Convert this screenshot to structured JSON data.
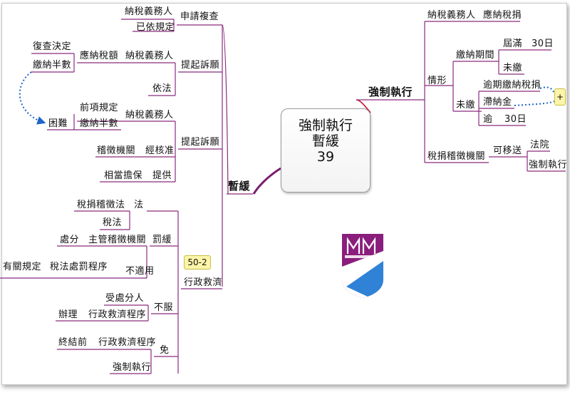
{
  "center": {
    "line1": "強制執行",
    "line2": "暫緩",
    "line3": "39"
  },
  "branches": {
    "zanhuan": "暫緩",
    "qiangzhi": "強制執行"
  },
  "left": {
    "shenqing": "申請複查",
    "nashui1": "納稅義務人",
    "yiyi": "已依規定",
    "tiqi1": "提起訴願",
    "nashui2": "納稅義務人",
    "yingna": "應納稅額",
    "fucha": "復查決定",
    "jiaona_ban1": "繳納半數",
    "yifa": "依法",
    "tiqi2": "提起訴願",
    "nashui3": "納稅義務人",
    "qianxiang": "前項規定",
    "jiaona_ban2": "繳納半數",
    "kunnan": "困難",
    "jizheng": "稽徵機關",
    "jinghezhun": "經核准",
    "xiangdang": "相當擔保",
    "tigong": "提供",
    "xingzheng": "行政救濟",
    "note5022": "50-2",
    "fa": "法",
    "shuijuan": "稅捐稽徵法",
    "shuifa": "稅法",
    "fahuan": "罰緩",
    "chufen": "處分",
    "zhuguan": "主管稽徵機關",
    "bushiyong": "不適用",
    "youguan": "有關規定",
    "shuifachufa": "稅法處罰程序",
    "bufu": "不服",
    "shouchufen": "受處分人",
    "banli": "辦理",
    "xingzhengjiuji1": "行政救濟程序",
    "mian": "免",
    "zhongjieqian": "終結前",
    "xingzhengjiuji2": "行政救濟程序",
    "qiangzhizhixing": "強制執行"
  },
  "right": {
    "nashui": "納稅義務人",
    "yingnashuijuan": "應納稅捐",
    "qingxing": "情形",
    "jiaonaqijian": "繳納期間",
    "jieman": "屆滿",
    "days30a": "30日",
    "weijiao1": "未繳",
    "weijiao2": "未繳",
    "yuqi": "逾期繳納稅捐",
    "zhinajin": "滯納金",
    "yu": "逾",
    "days30b": "30日",
    "plus": "+",
    "shuijuanjizheng": "稅捐稽徵機關",
    "keyisong": "可移送",
    "fayuan": "法院",
    "qiangzhizhixing": "強制執行"
  },
  "colors": {
    "branch": "#8a2b7e",
    "main": "#7a1f6e",
    "dotted": "#1f64c8",
    "accent_red": "#c8102e"
  },
  "logo": {
    "icon": "institution-shield-logo"
  }
}
